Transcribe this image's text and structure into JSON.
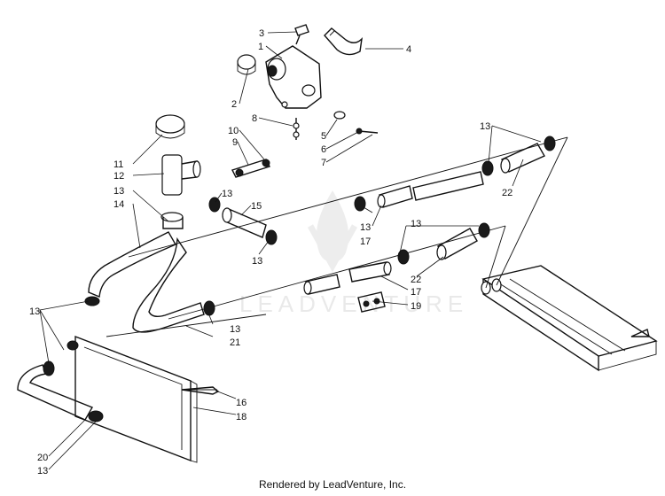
{
  "diagram": {
    "watermark": "LEADVENTURE",
    "footer": "Rendered by LeadVenture, Inc.",
    "callouts": {
      "c1": "1",
      "c2": "2",
      "c3": "3",
      "c4": "4",
      "c5": "5",
      "c6": "6",
      "c7": "7",
      "c8": "8",
      "c9": "9",
      "c10": "10",
      "c11": "11",
      "c12": "12",
      "c13a": "13",
      "c13b": "13",
      "c13c": "13",
      "c13d": "13",
      "c13e": "13",
      "c13f": "13",
      "c13g": "13",
      "c13h": "13",
      "c13i": "13",
      "c14": "14",
      "c15": "15",
      "c16": "16",
      "c17a": "17",
      "c17b": "17",
      "c18": "18",
      "c19": "19",
      "c20": "20",
      "c21": "21",
      "c22a": "22",
      "c22b": "22"
    }
  }
}
